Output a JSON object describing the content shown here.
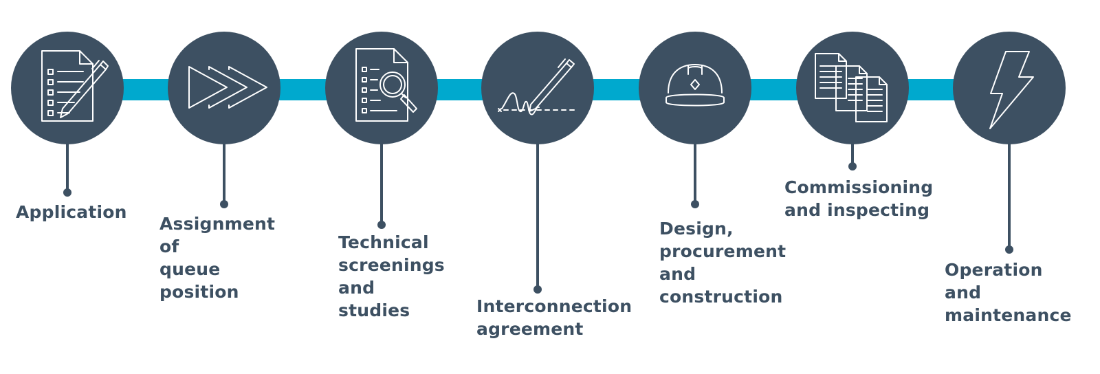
{
  "colors": {
    "connector": "#00a9ce",
    "node": "#3d5062",
    "icon": "#ffffff",
    "text": "#3d5062"
  },
  "steps": [
    {
      "label": "Application",
      "icon": "checklist-pen-icon"
    },
    {
      "label": "Assignment of\nqueue position",
      "icon": "fast-forward-icon"
    },
    {
      "label": "Technical\nscreenings\nand studies",
      "icon": "document-magnifier-icon"
    },
    {
      "label": "Interconnection\nagreement",
      "icon": "signature-pen-icon"
    },
    {
      "label": "Design,\nprocurement\nand construction",
      "icon": "hard-hat-icon"
    },
    {
      "label": "Commissioning\nand inspecting",
      "icon": "documents-stack-icon"
    },
    {
      "label": "Operation and\nmaintenance",
      "icon": "lightning-bolt-icon"
    }
  ]
}
